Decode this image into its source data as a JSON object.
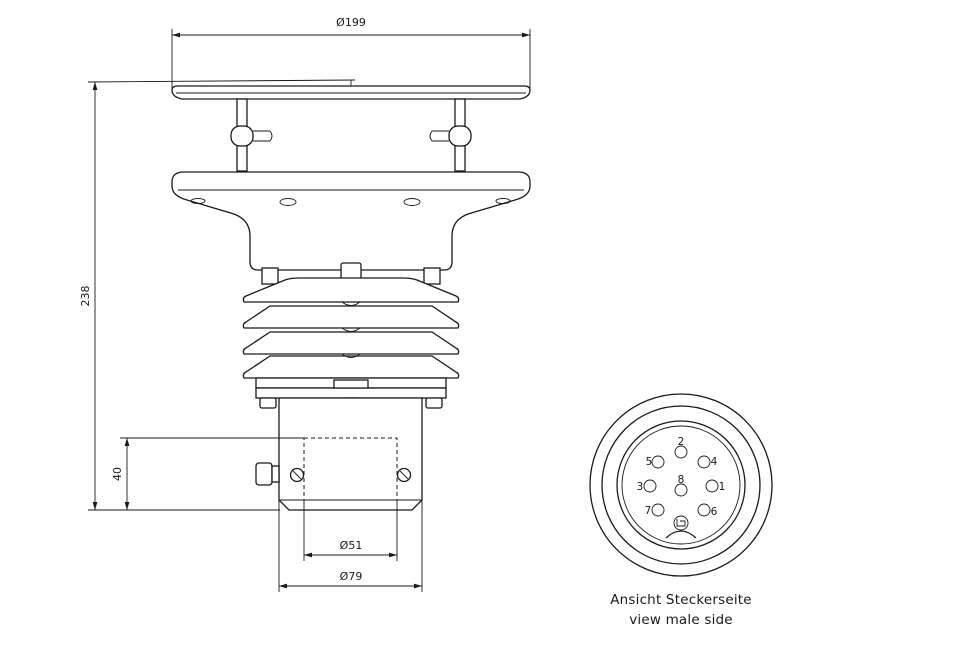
{
  "dimensions": {
    "diameter_top": "Ø199",
    "total_height": "238",
    "housing_height": "40",
    "diameter_inner": "Ø51",
    "diameter_housing": "Ø79"
  },
  "connector": {
    "pins": [
      "1",
      "2",
      "3",
      "4",
      "5",
      "6",
      "7",
      "8"
    ]
  },
  "caption": {
    "line1": "Ansicht Steckerseite",
    "line2": "view male side"
  }
}
